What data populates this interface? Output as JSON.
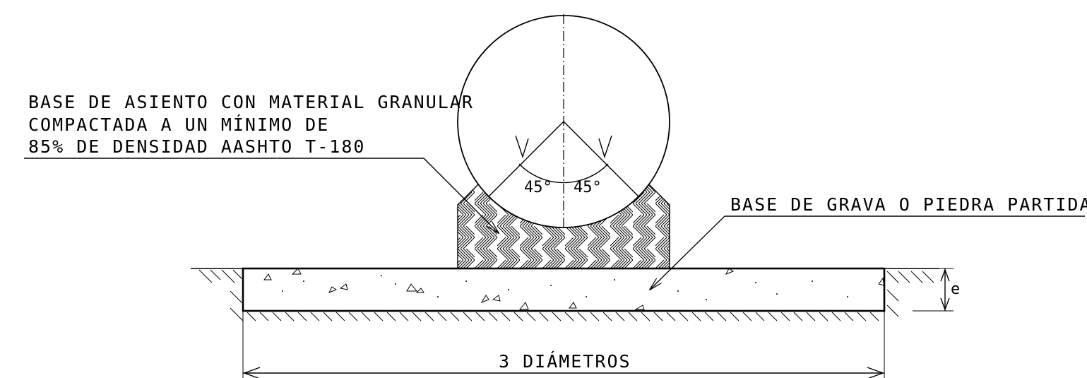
{
  "labels": {
    "bedding_line1": "BASE DE ASIENTO CON MATERIAL GRANULAR",
    "bedding_line2": "COMPACTADA A UN MÍNIMO DE",
    "bedding_line3": "85% DE DENSIDAD AASHTO T-180",
    "gravel_base": "BASE DE GRAVA O PIEDRA PARTIDA",
    "width_dimension": "3 DIÁMETROS",
    "thickness_dimension": "e",
    "angle_left": "45°",
    "angle_right": "45°"
  }
}
